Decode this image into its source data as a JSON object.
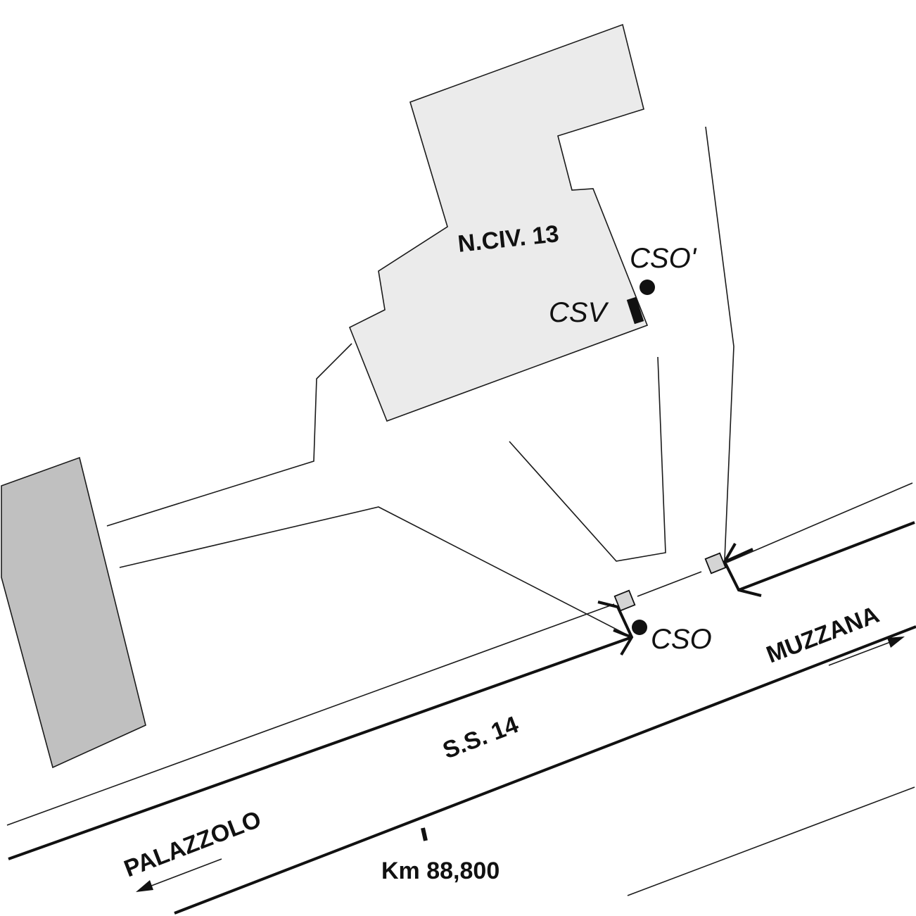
{
  "labels": {
    "building": "N.CIV. 13",
    "cso_prime": "CSO'",
    "csv": "CSV",
    "cso": "CSO",
    "road": "S.S. 14",
    "east_direction": "MUZZANA",
    "west_direction": "PALAZZOLO",
    "kilometer": "Km 88,800"
  },
  "colors": {
    "building_fill": "#ebebeb",
    "neighbor_building_fill": "#c0c0c0",
    "junction_box_fill": "#d4d4d4",
    "line": "#111111"
  }
}
